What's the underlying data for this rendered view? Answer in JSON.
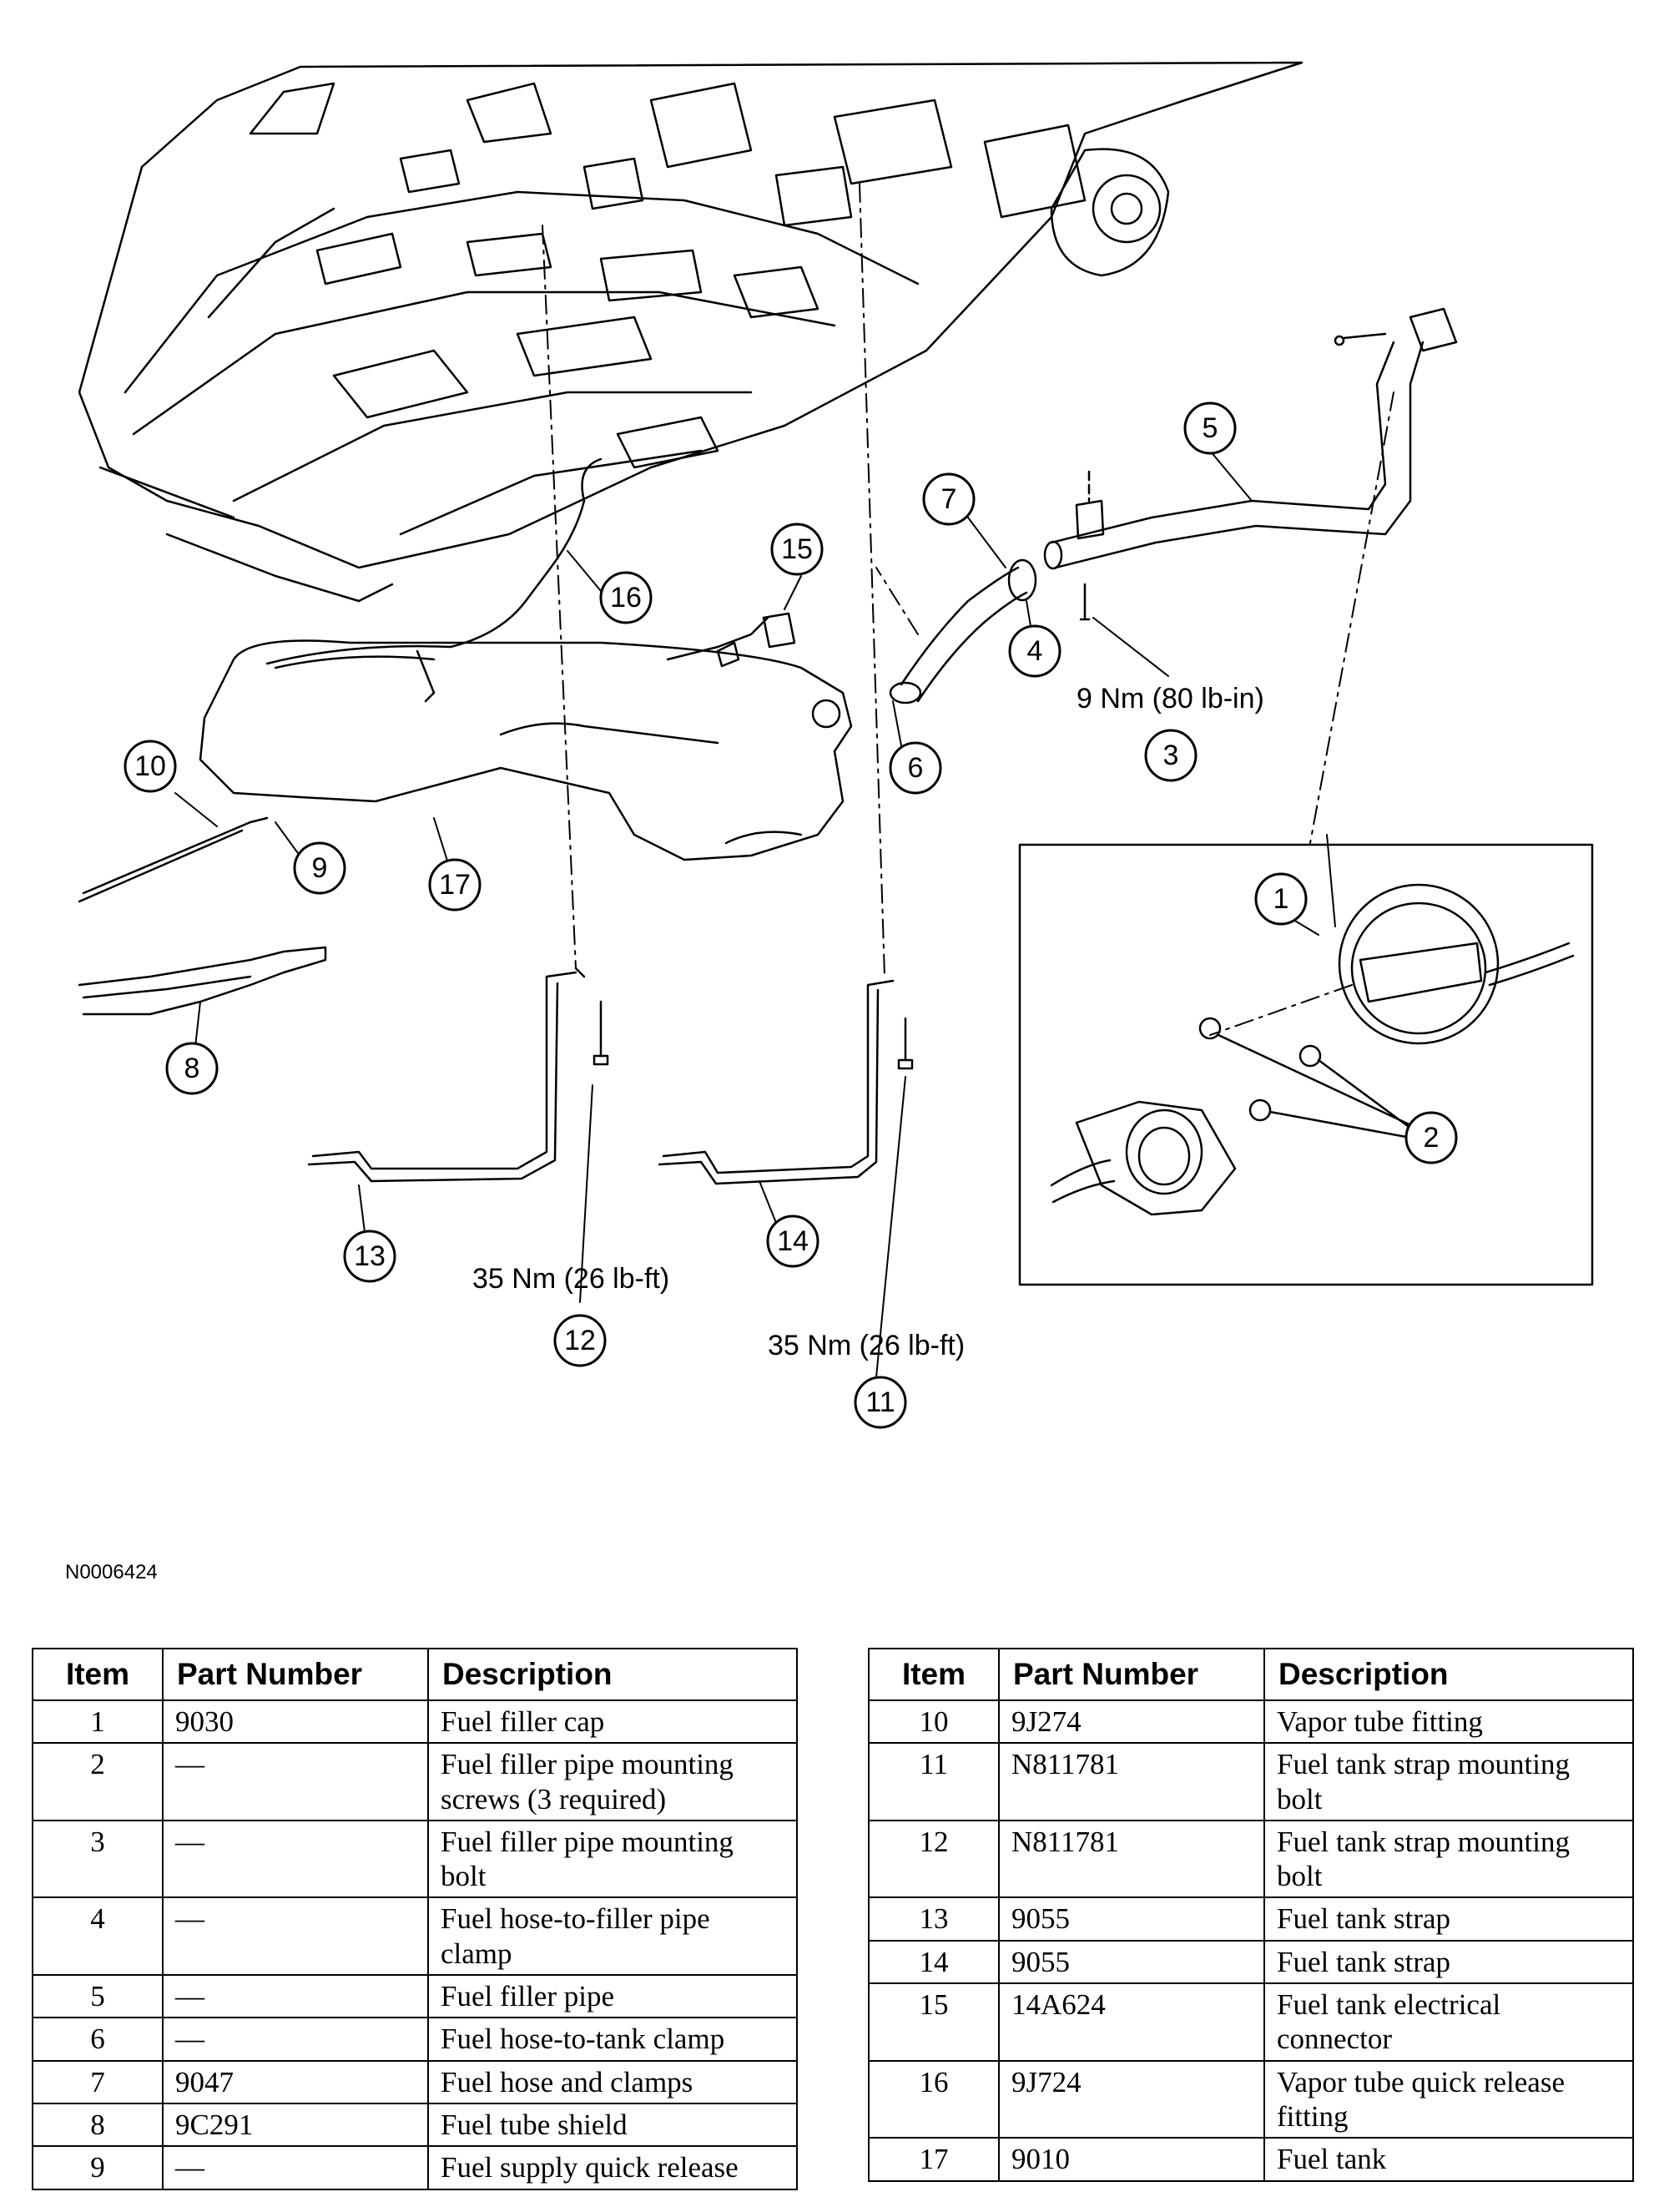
{
  "figure_id": "N0006424",
  "callouts": [
    "1",
    "2",
    "3",
    "4",
    "5",
    "6",
    "7",
    "8",
    "9",
    "10",
    "11",
    "12",
    "13",
    "14",
    "15",
    "16",
    "17"
  ],
  "torque_specs": {
    "bolt_3": "9 Nm (80 lb-in)",
    "bolt_12": "35 Nm (26 lb-ft)",
    "bolt_11": "35 Nm (26 lb-ft)"
  },
  "table_headers": {
    "item": "Item",
    "part_number": "Part Number",
    "description": "Description"
  },
  "parts_left": [
    {
      "item": "1",
      "part": "9030",
      "desc": "Fuel filler cap"
    },
    {
      "item": "2",
      "part": "—",
      "desc": "Fuel filler pipe mounting",
      "desc2": "screws (3 required)"
    },
    {
      "item": "3",
      "part": "—",
      "desc": "Fuel filler pipe mounting bolt"
    },
    {
      "item": "4",
      "part": "—",
      "desc": "Fuel hose-to-filler pipe clamp"
    },
    {
      "item": "5",
      "part": "—",
      "desc": "Fuel filler pipe"
    },
    {
      "item": "6",
      "part": "—",
      "desc": "Fuel hose-to-tank clamp"
    },
    {
      "item": "7",
      "part": "9047",
      "desc": "Fuel hose and clamps"
    },
    {
      "item": "8",
      "part": "9C291",
      "desc": "Fuel tube shield"
    },
    {
      "item": "9",
      "part": "—",
      "desc": "Fuel supply quick release"
    }
  ],
  "parts_right": [
    {
      "item": "10",
      "part": "9J274",
      "desc": "Vapor tube fitting"
    },
    {
      "item": "11",
      "part": "N811781",
      "desc": "Fuel tank strap mounting bolt"
    },
    {
      "item": "12",
      "part": "N811781",
      "desc": "Fuel tank strap mounting bolt"
    },
    {
      "item": "13",
      "part": "9055",
      "desc": "Fuel tank strap"
    },
    {
      "item": "14",
      "part": "9055",
      "desc": "Fuel tank strap"
    },
    {
      "item": "15",
      "part": "14A624",
      "desc": "Fuel tank electrical connector"
    },
    {
      "item": "16",
      "part": "9J724",
      "desc": "Vapor tube quick release",
      "desc2": "fitting"
    },
    {
      "item": "17",
      "part": "9010",
      "desc": "Fuel tank"
    }
  ]
}
